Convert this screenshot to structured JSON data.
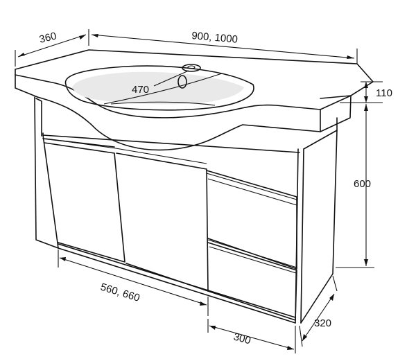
{
  "dimensions": {
    "depth_top": "360",
    "width_top": "900, 1000",
    "basin_width": "470",
    "basin_height": "110",
    "cabinet_height": "600",
    "door_width": "560, 660",
    "drawer_width": "300",
    "cabinet_depth": "320"
  },
  "colors": {
    "line": "#111111",
    "background": "#ffffff"
  }
}
